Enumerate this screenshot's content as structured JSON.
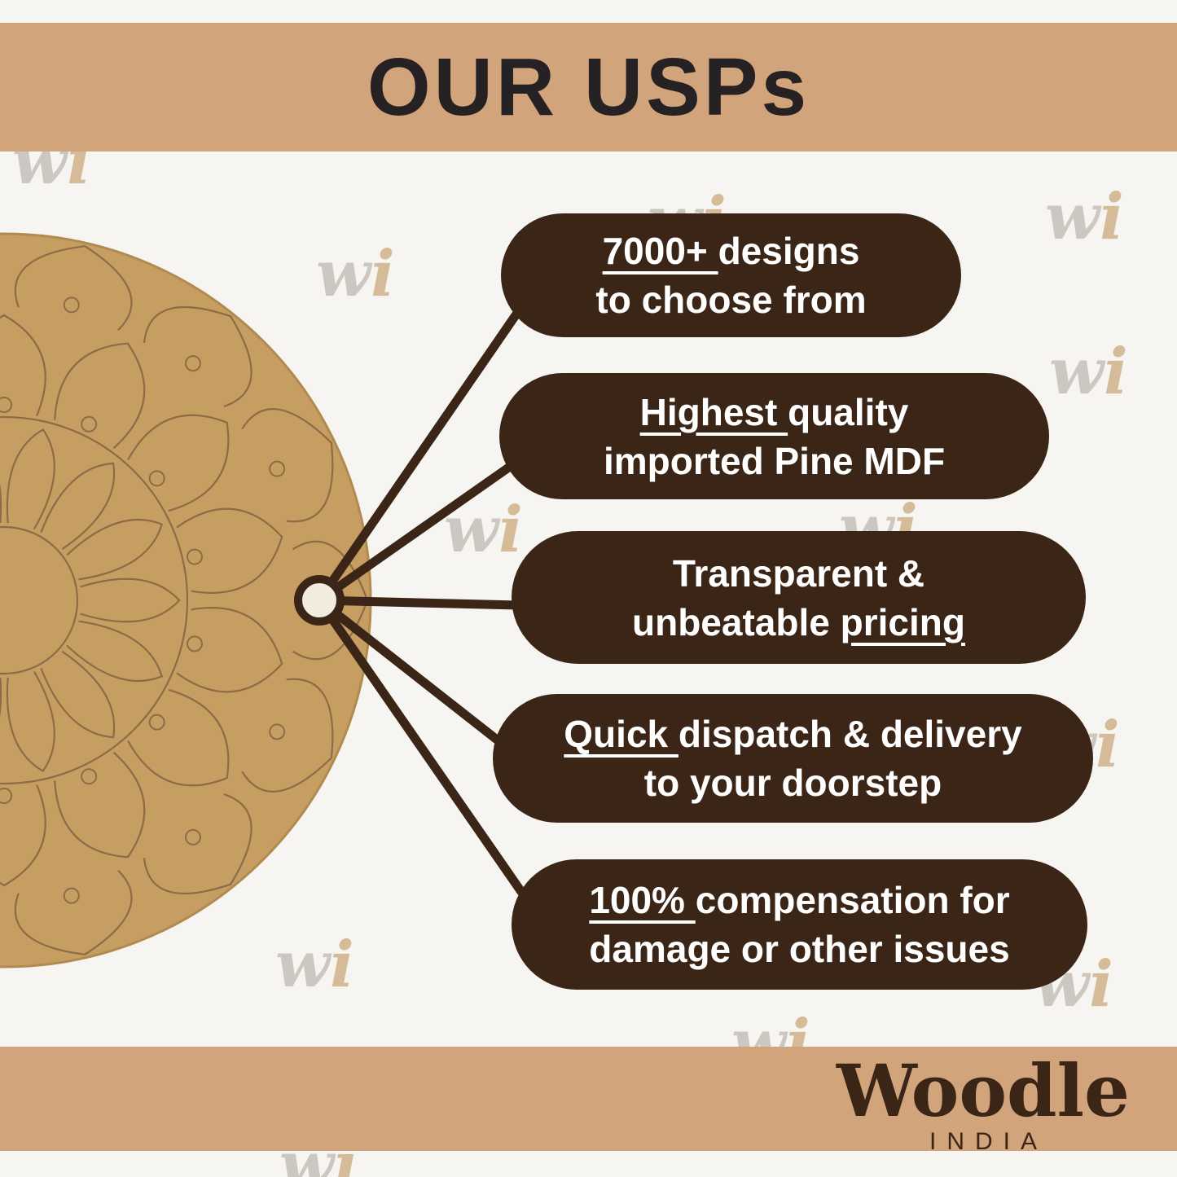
{
  "header": {
    "title": "OUR USPs"
  },
  "watermark": {
    "w": "w",
    "i": "i"
  },
  "usps": [
    {
      "lines": [
        [
          {
            "t": "7000+ ",
            "u": true
          },
          {
            "t": "designs"
          }
        ],
        [
          {
            "t": "to choose from"
          }
        ]
      ]
    },
    {
      "lines": [
        [
          {
            "t": "Highest ",
            "u": true
          },
          {
            "t": "quality"
          }
        ],
        [
          {
            "t": "imported Pine MDF"
          }
        ]
      ]
    },
    {
      "lines": [
        [
          {
            "t": "Transparent &"
          }
        ],
        [
          {
            "t": "unbeatable "
          },
          {
            "t": "pricing ",
            "u": true
          }
        ]
      ]
    },
    {
      "lines": [
        [
          {
            "t": "Quick ",
            "u": true
          },
          {
            "t": "dispatch & delivery"
          }
        ],
        [
          {
            "t": "to your doorstep"
          }
        ]
      ]
    },
    {
      "lines": [
        [
          {
            "t": "100% ",
            "u": true
          },
          {
            "t": "compensation for"
          }
        ],
        [
          {
            "t": "damage or other issues"
          }
        ]
      ]
    }
  ],
  "footer": {
    "brand": "Woodle",
    "country": "INDIA"
  },
  "colors": {
    "bg": "#f7f5f2",
    "band": "#d2a47b",
    "title": "#262122",
    "pill": "#3a2517",
    "line": "#3a2517",
    "board": "#c79e62",
    "board_edge": "#b18a50",
    "mandala_line": "#8d6b46",
    "node_fill": "#f2ecdf",
    "watermark": "#ccc8c1"
  }
}
